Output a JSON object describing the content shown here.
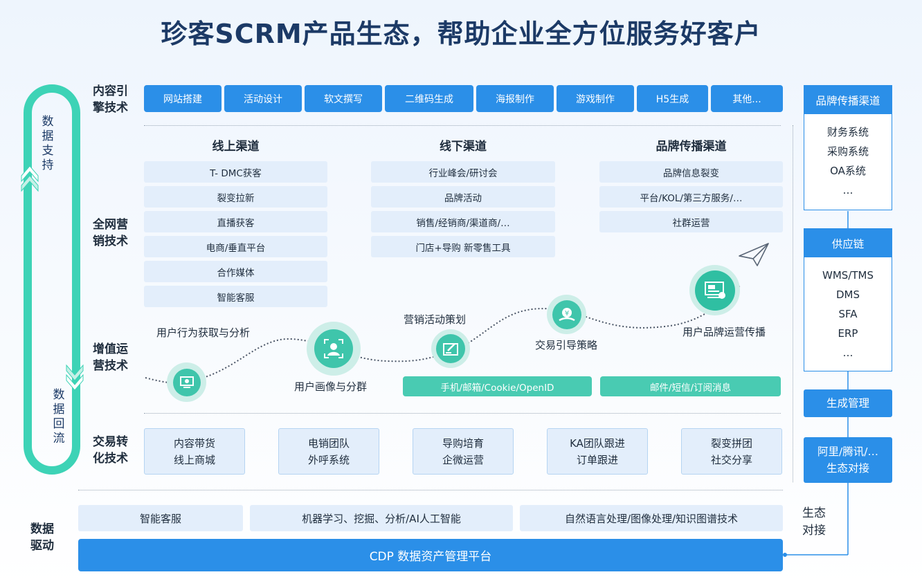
{
  "title": "珍客SCRM产品生态，帮助企业全方位服务好客户",
  "left_loop": {
    "top_label": "数据支持",
    "bottom_label": "数据回流",
    "color": "#3dd3b6"
  },
  "rows": {
    "content_engine": {
      "label_line1": "内容引",
      "label_line2": "擎技术",
      "items": [
        "网站搭建",
        "活动设计",
        "软文撰写",
        "二维码生成",
        "海报制作",
        "游戏制作",
        "H5生成",
        "其他..."
      ]
    },
    "marketing": {
      "label_line1": "全网营",
      "label_line2": "销技术",
      "columns": [
        {
          "title": "线上渠道",
          "items": [
            "T- DMC获客",
            "裂变拉新",
            "直播获客",
            "电商/垂直平台",
            "合作媒体",
            "智能客服"
          ]
        },
        {
          "title": "线下渠道",
          "items": [
            "行业峰会/研讨会",
            "品牌活动",
            "销售/经销商/渠道商/…",
            "门店+导购 新零售工具"
          ]
        },
        {
          "title": "品牌传播渠道",
          "items": [
            "品牌信息裂变",
            "平台/KOL/第三方服务/…",
            "社群运营"
          ]
        }
      ]
    },
    "value_added": {
      "label_line1": "增值运",
      "label_line2": "营技术",
      "stages": [
        "用户行为获取与分析",
        "用户画像与分群",
        "营销活动策划",
        "交易引导策略",
        "用户品牌运营传播"
      ],
      "bars": [
        "手机/邮箱/Cookie/OpenID",
        "邮件/短信/订阅消息"
      ]
    },
    "trade": {
      "label_line1": "交易转",
      "label_line2": "化技术",
      "boxes": [
        {
          "line1": "内容带货",
          "line2": "线上商城"
        },
        {
          "line1": "电销团队",
          "line2": "外呼系统"
        },
        {
          "line1": "导购培育",
          "line2": "企微运营"
        },
        {
          "line1": "KA团队跟进",
          "line2": "订单跟进"
        },
        {
          "line1": "裂变拼团",
          "line2": "社交分享"
        }
      ]
    },
    "data_drive": {
      "label_line1": "数据",
      "label_line2": "驱动",
      "items": [
        "智能客服",
        "机器学习、挖掘、分析/AI人工智能",
        "自然语言处理/图像处理/知识图谱技术"
      ],
      "platform": "CDP 数据资产管理平台"
    }
  },
  "right": {
    "panel1": {
      "title": "品牌传播渠道",
      "items": [
        "财务系统",
        "采购系统",
        "OA系统",
        "…"
      ]
    },
    "panel2": {
      "title": "供应链",
      "items": [
        "WMS/TMS",
        "DMS",
        "SFA",
        "ERP",
        "…"
      ]
    },
    "button1": "生成管理",
    "button2_line1": "阿里/腾讯/…",
    "button2_line2": "生态对接",
    "ecosystem_line1": "生态",
    "ecosystem_line2": "对接"
  },
  "colors": {
    "primary_blue": "#2b8fe8",
    "teal": "#3dd3b6",
    "light_blue": "#e3eefb",
    "title": "#1c3a66"
  }
}
